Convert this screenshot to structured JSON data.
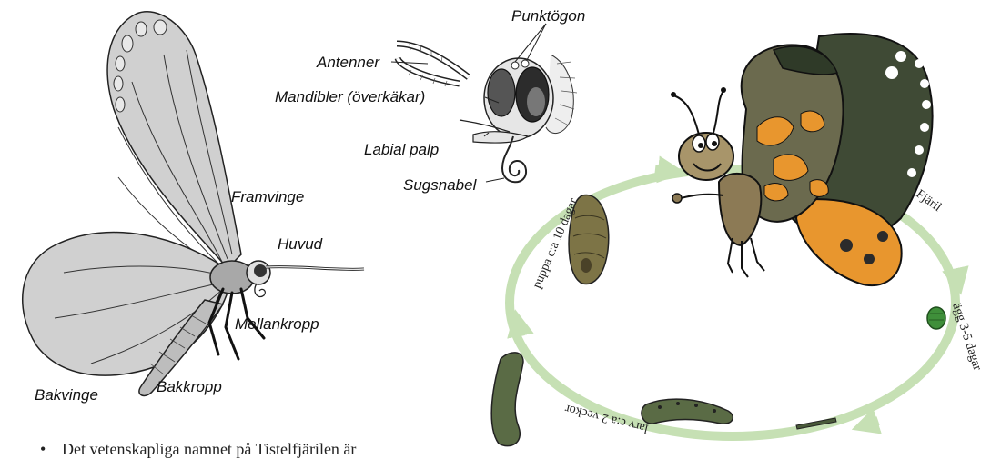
{
  "anatomy": {
    "punktogon": "Punktögon",
    "antenner": "Antenner",
    "mandibler": "Mandibler (överkäkar)",
    "labial_palp": "Labial palp",
    "sugsnabel": "Sugsnabel",
    "framvinge": "Framvinge",
    "huvud": "Huvud",
    "mellankropp": "Mellankropp",
    "bakvinge": "Bakvinge",
    "bakkropp": "Bakkropp"
  },
  "lifecycle": {
    "fjaril": "Fjäril",
    "agg": "ägg 3-5 dagar",
    "larv": "larv c:a 2 veckor",
    "puppa": "puppa c:a 10 dagar"
  },
  "bullet_text": "Det vetenskapliga namnet på Tistelfjärilen är",
  "colors": {
    "cycle_green": "#c6e0b4",
    "wing_grey": "#d0d0d0",
    "butterfly_orange": "#e8962e",
    "butterfly_dark": "#3f4a35",
    "larva_green": "#5a6b45"
  }
}
